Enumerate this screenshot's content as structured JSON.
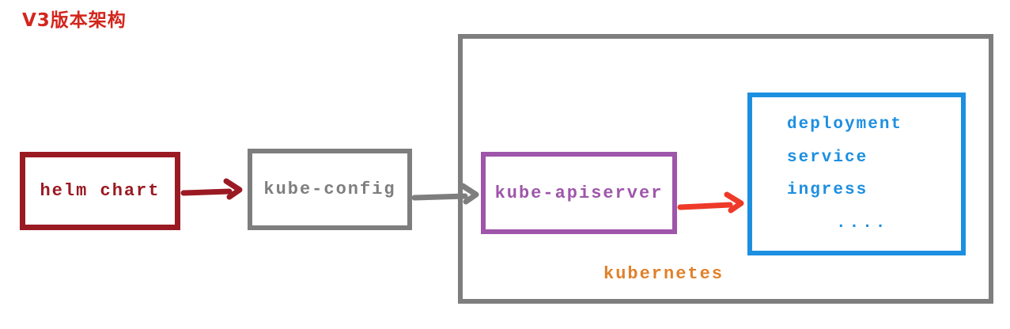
{
  "title": "V3版本架构",
  "nodes": {
    "helm_chart": {
      "label": "helm chart"
    },
    "kube_config": {
      "label": "kube-config"
    },
    "kube_apiserver": {
      "label": "kube-apiserver"
    },
    "kubernetes": {
      "label": "kubernetes"
    },
    "resources": {
      "items": [
        "deployment",
        "service",
        "ingress",
        "...."
      ]
    }
  },
  "edges": [
    {
      "from": "helm_chart",
      "to": "kube_config",
      "color_name": "dark_red"
    },
    {
      "from": "kube_config",
      "to": "kube_apiserver",
      "color_name": "gray"
    },
    {
      "from": "kube_apiserver",
      "to": "resources",
      "color_name": "arrow_red"
    }
  ],
  "colors": {
    "title_red": "#d3251c",
    "dark_red": "#9a1a23",
    "gray": "#7e7e7e",
    "purple": "#9e55aa",
    "arrow_red": "#ee3a28",
    "blue": "#1d8fe1",
    "orange": "#e0802b"
  }
}
